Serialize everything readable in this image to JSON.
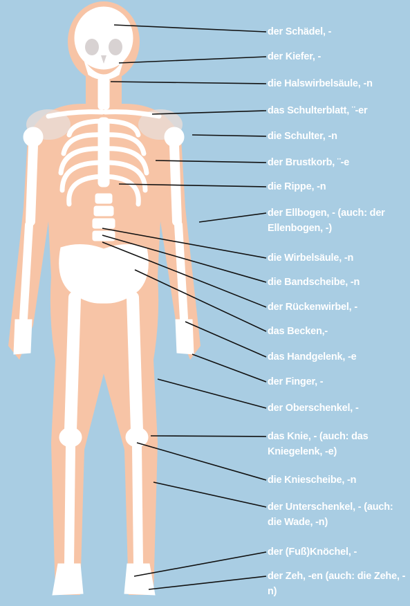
{
  "labels": [
    {
      "id": "schaedel",
      "text": "der Schädel, -"
    },
    {
      "id": "kiefer",
      "text": "der Kiefer, -"
    },
    {
      "id": "halswirbelsaeule",
      "text": "die Halswirbelsäule, -n"
    },
    {
      "id": "schulterblatt",
      "text": "das Schulterblatt, ¨-er"
    },
    {
      "id": "schulter",
      "text": "die Schulter, -n"
    },
    {
      "id": "brustkorb",
      "text": "der Brustkorb, ¨-e"
    },
    {
      "id": "rippe",
      "text": "die Rippe, -n"
    },
    {
      "id": "ellbogen",
      "text": "der Ellbogen, - (auch: der Ellenbogen, -)"
    },
    {
      "id": "wirbelsaeule",
      "text": "die Wirbelsäule, -n"
    },
    {
      "id": "bandscheibe",
      "text": "die Bandscheibe, -n"
    },
    {
      "id": "rueckenwirbel",
      "text": "der Rückenwirbel, -"
    },
    {
      "id": "becken",
      "text": "das Becken,-"
    },
    {
      "id": "handgelenk",
      "text": "das Handgelenk, -e"
    },
    {
      "id": "finger",
      "text": "der Finger, -"
    },
    {
      "id": "oberschenkel",
      "text": "der Oberschenkel, -"
    },
    {
      "id": "knie",
      "text": "das Knie, - (auch: das Kniegelenk, -e)"
    },
    {
      "id": "kniescheibe",
      "text": "die Kniescheibe, -n"
    },
    {
      "id": "unterschenkel",
      "text": "der Unterschenkel, - (auch: die Wade, -n)"
    },
    {
      "id": "knoechel",
      "text": "der (Fuß)Knöchel, -"
    },
    {
      "id": "zeh",
      "text": "der Zeh, -en (auch: die Zehe, -n)"
    }
  ],
  "colors": {
    "background": "#a9cde3",
    "body": "#f7c4a6",
    "bone": "#ffffff",
    "line": "#111111",
    "text": "#ffffff"
  }
}
